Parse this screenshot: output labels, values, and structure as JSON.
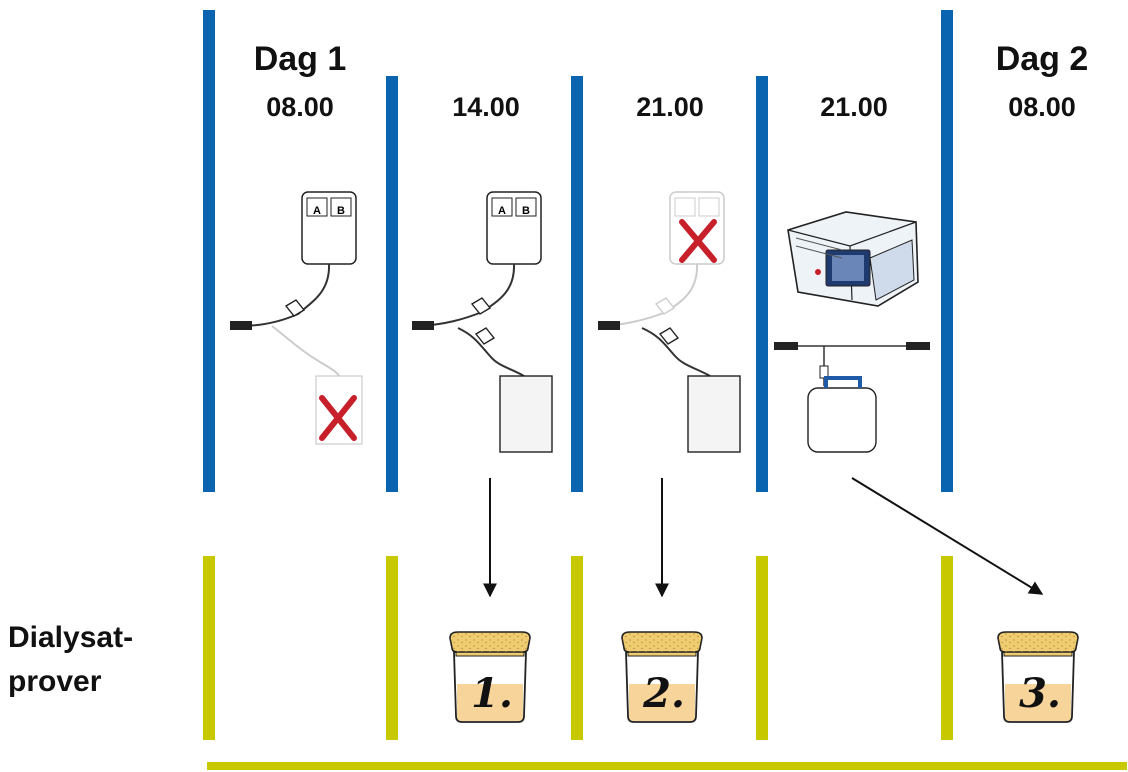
{
  "columns": [
    {
      "day": "Dag 1",
      "time": "08.00"
    },
    {
      "day": "",
      "time": "14.00"
    },
    {
      "day": "",
      "time": "21.00"
    },
    {
      "day": "",
      "time": "21.00"
    },
    {
      "day": "Dag 2",
      "time": "08.00"
    }
  ],
  "samples_label": {
    "line1": "Dialysat-",
    "line2": "prover"
  },
  "bag_compartments": {
    "a": "A",
    "b": "B"
  },
  "jars": [
    {
      "label": "1."
    },
    {
      "label": "2."
    },
    {
      "label": "3."
    }
  ],
  "colors": {
    "column_divider": "#0a64b0",
    "sample_divider": "#c8c800",
    "cross": "#c8202a",
    "cork": "#f0cc70",
    "fluid": "#f6d49a"
  }
}
